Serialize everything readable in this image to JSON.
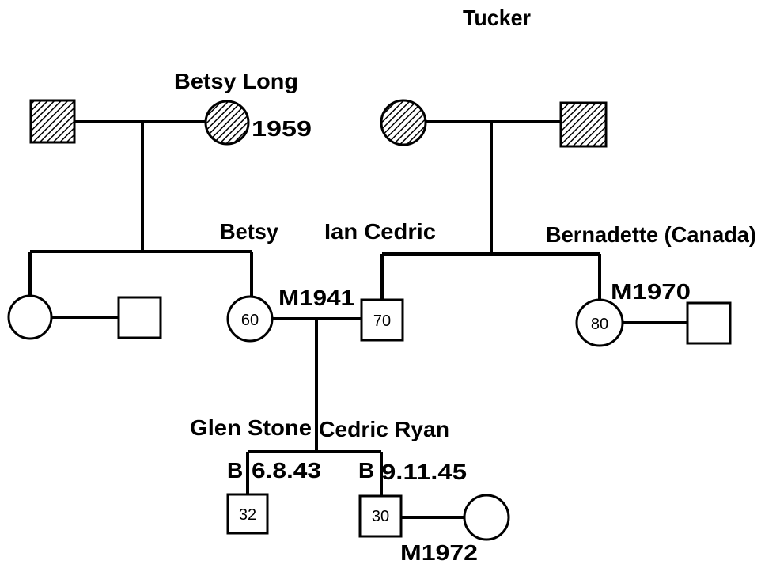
{
  "labels": {
    "tucker": "Tucker",
    "betsy_long": "Betsy  Long",
    "year_1959": "1959",
    "betsy": "Betsy",
    "ian_cedric": "Ian  Cedric",
    "bernadette": "Bernadette (Canada)",
    "m1941": "M1941",
    "m1970": "M1970",
    "glen_stone": "Glen  Stone",
    "cedric_ryan": "Cedric  Ryan",
    "b1": "B",
    "b1_date": "6.8.43",
    "b2": "B",
    "b2_date": "9.11.45",
    "m1972": "M1972"
  },
  "ages": {
    "betsy": "60",
    "ian_cedric": "70",
    "bernadette": "80",
    "glen_stone": "32",
    "cedric_ryan": "30"
  }
}
